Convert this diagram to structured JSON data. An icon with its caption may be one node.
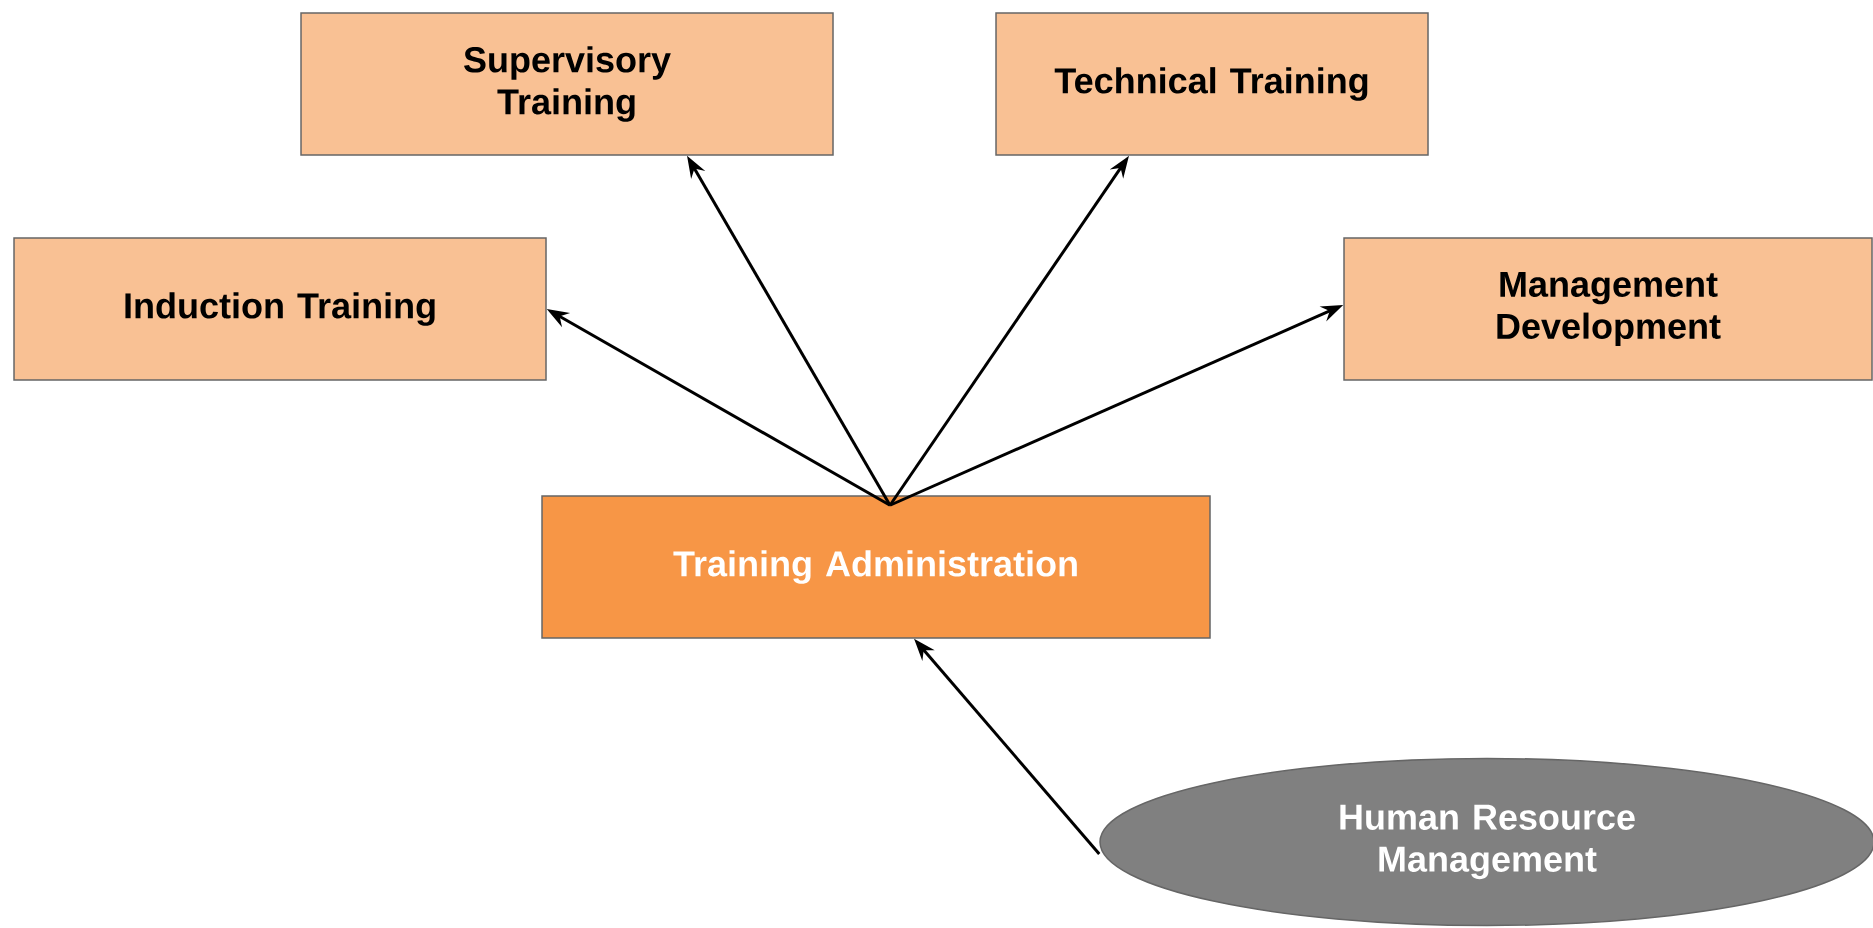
{
  "diagram": {
    "nodes": [
      {
        "text": [
          "Supervisory Training"
        ]
      },
      {
        "text": [
          "Technical Training"
        ]
      },
      {
        "text": [
          "Induction Training"
        ]
      },
      {
        "text": [
          "Management Development"
        ]
      },
      {
        "text": [
          "Training Administration"
        ]
      },
      {
        "text": [
          "Human Resource Management"
        ]
      }
    ],
    "edges": [
      {
        "from": 4,
        "to": 2,
        "arrow": "to"
      },
      {
        "from": 4,
        "to": 0,
        "arrow": "to"
      },
      {
        "from": 4,
        "to": 1,
        "arrow": "to"
      },
      {
        "from": 4,
        "to": 3,
        "arrow": "to"
      },
      {
        "from": 5,
        "to": 4,
        "arrow": "to"
      }
    ]
  }
}
